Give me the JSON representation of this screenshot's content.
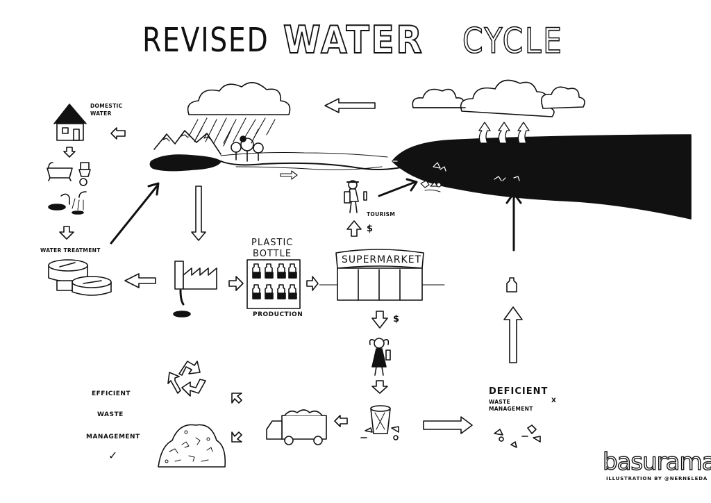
{
  "title": {
    "part1": "REVISED",
    "part2": "WATER",
    "part3": "CYCLE"
  },
  "labels": {
    "domestic_water_1": "DOMESTIC",
    "domestic_water_2": "WATER",
    "water_treatment": "WATER TREATMENT",
    "plastic_bottle_1": "PLASTIC",
    "plastic_bottle_2": "BOTTLE",
    "production": "PRODUCTION",
    "supermarket": "SUPERMARKET",
    "tourism": "TOURISM",
    "currency_1": "$",
    "currency_2": "$",
    "efficient_1": "EFFICIENT",
    "efficient_2": "WASTE",
    "efficient_3": "MANAGEMENT",
    "efficient_mark": "✓",
    "deficient_1": "DEFICIENT",
    "deficient_2": "WASTE",
    "deficient_3": "MANAGEMENT",
    "deficient_mark": "X"
  },
  "footer": {
    "logo": "basurama",
    "credit": "ILLUSTRATION BY @nerneleda"
  }
}
